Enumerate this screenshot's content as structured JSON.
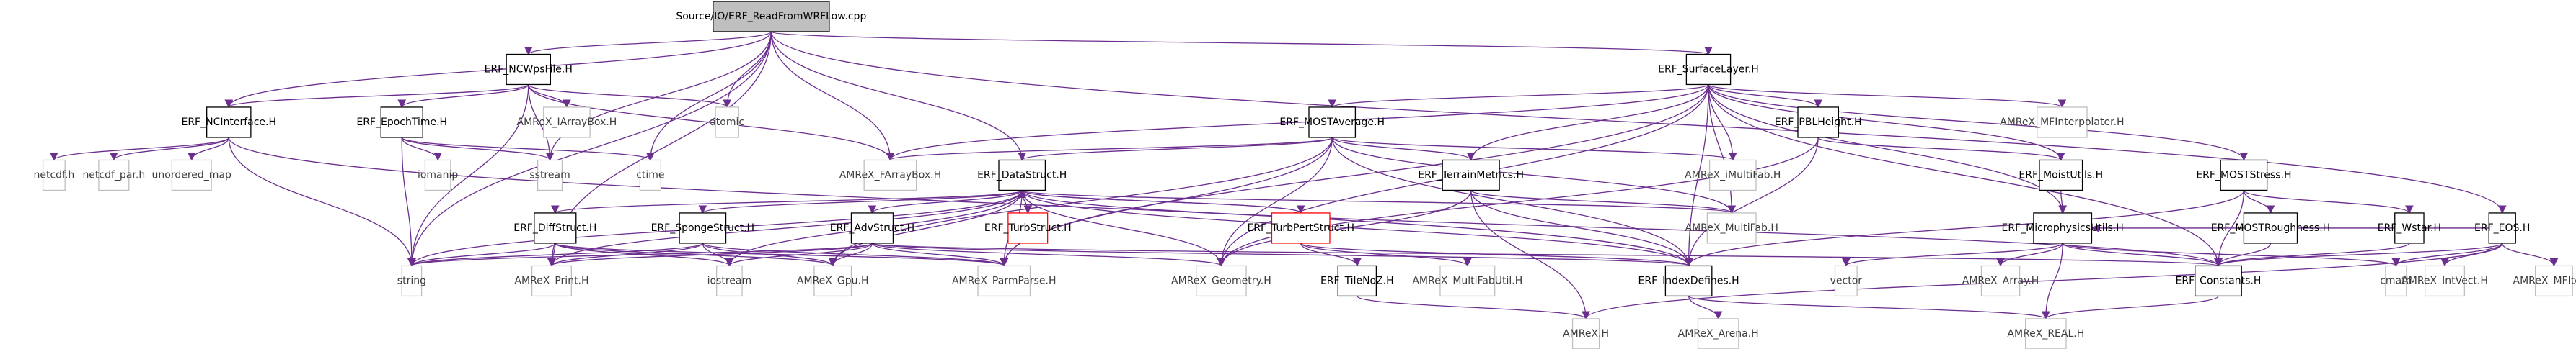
{
  "graph": {
    "nodes": [
      {
        "id": "root",
        "label": "Source/IO/ERF_ReadFromWRFLow.cpp",
        "style": "root"
      },
      {
        "id": "ncwps",
        "label": "ERF_NCWpsFile.H",
        "style": "normal"
      },
      {
        "id": "surf",
        "label": "ERF_SurfaceLayer.H",
        "style": "normal"
      },
      {
        "id": "nci",
        "label": "ERF_NCInterface.H",
        "style": "normal"
      },
      {
        "id": "epoch",
        "label": "ERF_EpochTime.H",
        "style": "normal"
      },
      {
        "id": "iarr",
        "label": "AMReX_IArrayBox.H",
        "style": "gray"
      },
      {
        "id": "atomic",
        "label": "atomic",
        "style": "gray"
      },
      {
        "id": "most",
        "label": "ERF_MOSTAverage.H",
        "style": "normal"
      },
      {
        "id": "pbl",
        "label": "ERF_PBLHeight.H",
        "style": "normal"
      },
      {
        "id": "mfi",
        "label": "AMReX_MFInterpolater.H",
        "style": "gray"
      },
      {
        "id": "netcdf",
        "label": "netcdf.h",
        "style": "gray"
      },
      {
        "id": "netcdfpar",
        "label": "netcdf_par.h",
        "style": "gray"
      },
      {
        "id": "umap",
        "label": "unordered_map",
        "style": "gray"
      },
      {
        "id": "iomanip",
        "label": "iomanip",
        "style": "gray"
      },
      {
        "id": "sstream",
        "label": "sstream",
        "style": "gray"
      },
      {
        "id": "ctime",
        "label": "ctime",
        "style": "gray"
      },
      {
        "id": "farr",
        "label": "AMReX_FArrayBox.H",
        "style": "gray"
      },
      {
        "id": "ds",
        "label": "ERF_DataStruct.H",
        "style": "normal"
      },
      {
        "id": "terrain",
        "label": "ERF_TerrainMetrics.H",
        "style": "normal"
      },
      {
        "id": "imf",
        "label": "AMReX_iMultiFab.H",
        "style": "gray"
      },
      {
        "id": "moist",
        "label": "ERF_MoistUtils.H",
        "style": "normal"
      },
      {
        "id": "moststress",
        "label": "ERF_MOSTStress.H",
        "style": "normal"
      },
      {
        "id": "diff",
        "label": "ERF_DiffStruct.H",
        "style": "normal"
      },
      {
        "id": "sponge",
        "label": "ERF_SpongeStruct.H",
        "style": "normal"
      },
      {
        "id": "adv",
        "label": "ERF_AdvStruct.H",
        "style": "normal"
      },
      {
        "id": "turb",
        "label": "ERF_TurbStruct.H",
        "style": "red"
      },
      {
        "id": "turbpert",
        "label": "ERF_TurbPertStruct.H",
        "style": "red"
      },
      {
        "id": "mf",
        "label": "AMReX_MultiFab.H",
        "style": "gray"
      },
      {
        "id": "micro",
        "label": "ERF_MicrophysicsUtils.H",
        "style": "normal"
      },
      {
        "id": "mostr",
        "label": "ERF_MOSTRoughness.H",
        "style": "normal"
      },
      {
        "id": "wstar",
        "label": "ERF_Wstar.H",
        "style": "normal"
      },
      {
        "id": "eos",
        "label": "ERF_EOS.H",
        "style": "normal"
      },
      {
        "id": "string",
        "label": "string",
        "style": "gray"
      },
      {
        "id": "print",
        "label": "AMReX_Print.H",
        "style": "gray"
      },
      {
        "id": "iostream",
        "label": "iostream",
        "style": "gray"
      },
      {
        "id": "gpu",
        "label": "AMReX_Gpu.H",
        "style": "gray"
      },
      {
        "id": "parm",
        "label": "AMReX_ParmParse.H",
        "style": "gray"
      },
      {
        "id": "geom",
        "label": "AMReX_Geometry.H",
        "style": "gray"
      },
      {
        "id": "tileno",
        "label": "ERF_TileNoZ.H",
        "style": "normal"
      },
      {
        "id": "mfutil",
        "label": "AMReX_MultiFabUtil.H",
        "style": "gray"
      },
      {
        "id": "index",
        "label": "ERF_IndexDefines.H",
        "style": "normal"
      },
      {
        "id": "vector",
        "label": "vector",
        "style": "gray"
      },
      {
        "id": "array",
        "label": "AMReX_Array.H",
        "style": "gray"
      },
      {
        "id": "consts",
        "label": "ERF_Constants.H",
        "style": "normal"
      },
      {
        "id": "cmath",
        "label": "cmath",
        "style": "gray"
      },
      {
        "id": "intvect",
        "label": "AMReX_IntVect.H",
        "style": "gray"
      },
      {
        "id": "mfiter",
        "label": "AMReX_MFIter.H",
        "style": "gray"
      },
      {
        "id": "amrexh",
        "label": "AMReX.H",
        "style": "gray"
      },
      {
        "id": "arena",
        "label": "AMReX_Arena.H",
        "style": "gray"
      },
      {
        "id": "real",
        "label": "AMReX_REAL.H",
        "style": "gray"
      }
    ],
    "edges": [
      [
        "root",
        "ncwps"
      ],
      [
        "root",
        "surf"
      ],
      [
        "root",
        "nci"
      ],
      [
        "root",
        "atomic"
      ],
      [
        "root",
        "sstream"
      ],
      [
        "root",
        "ctime"
      ],
      [
        "root",
        "farr"
      ],
      [
        "root",
        "ds"
      ],
      [
        "root",
        "eos"
      ],
      [
        "root",
        "string"
      ],
      [
        "root",
        "print"
      ],
      [
        "ncwps",
        "nci"
      ],
      [
        "ncwps",
        "epoch"
      ],
      [
        "ncwps",
        "iarr"
      ],
      [
        "ncwps",
        "atomic"
      ],
      [
        "ncwps",
        "sstream"
      ],
      [
        "ncwps",
        "farr"
      ],
      [
        "ncwps",
        "string"
      ],
      [
        "nci",
        "netcdf"
      ],
      [
        "nci",
        "netcdfpar"
      ],
      [
        "nci",
        "umap"
      ],
      [
        "nci",
        "string"
      ],
      [
        "nci",
        "index"
      ],
      [
        "epoch",
        "iomanip"
      ],
      [
        "epoch",
        "sstream"
      ],
      [
        "epoch",
        "ctime"
      ],
      [
        "epoch",
        "string"
      ],
      [
        "surf",
        "most"
      ],
      [
        "surf",
        "pbl"
      ],
      [
        "surf",
        "mfi"
      ],
      [
        "surf",
        "farr"
      ],
      [
        "surf",
        "terrain"
      ],
      [
        "surf",
        "imf"
      ],
      [
        "surf",
        "mf"
      ],
      [
        "surf",
        "moist"
      ],
      [
        "surf",
        "moststress"
      ],
      [
        "surf",
        "micro"
      ],
      [
        "surf",
        "index"
      ],
      [
        "surf",
        "consts"
      ],
      [
        "surf",
        "parm"
      ],
      [
        "surf",
        "geom"
      ],
      [
        "most",
        "farr"
      ],
      [
        "most",
        "ds"
      ],
      [
        "most",
        "terrain"
      ],
      [
        "most",
        "imf"
      ],
      [
        "most",
        "mf"
      ],
      [
        "most",
        "index"
      ],
      [
        "most",
        "parm"
      ],
      [
        "most",
        "gpu"
      ],
      [
        "most",
        "geom"
      ],
      [
        "pbl",
        "moist"
      ],
      [
        "pbl",
        "geom"
      ],
      [
        "pbl",
        "index"
      ],
      [
        "ds",
        "string"
      ],
      [
        "ds",
        "diff"
      ],
      [
        "ds",
        "sponge"
      ],
      [
        "ds",
        "adv"
      ],
      [
        "ds",
        "turb"
      ],
      [
        "ds",
        "turbpert"
      ],
      [
        "ds",
        "print"
      ],
      [
        "ds",
        "iostream"
      ],
      [
        "ds",
        "gpu"
      ],
      [
        "ds",
        "parm"
      ],
      [
        "ds",
        "geom"
      ],
      [
        "ds",
        "consts"
      ],
      [
        "ds",
        "index"
      ],
      [
        "ds",
        "mf"
      ],
      [
        "terrain",
        "mf"
      ],
      [
        "terrain",
        "index"
      ],
      [
        "terrain",
        "geom"
      ],
      [
        "terrain",
        "amrexh"
      ],
      [
        "moist",
        "micro"
      ],
      [
        "moststress",
        "mostr"
      ],
      [
        "moststress",
        "wstar"
      ],
      [
        "moststress",
        "consts"
      ],
      [
        "moststress",
        "index"
      ],
      [
        "diff",
        "string"
      ],
      [
        "diff",
        "print"
      ],
      [
        "diff",
        "iostream"
      ],
      [
        "diff",
        "gpu"
      ],
      [
        "diff",
        "parm"
      ],
      [
        "sponge",
        "string"
      ],
      [
        "sponge",
        "print"
      ],
      [
        "sponge",
        "iostream"
      ],
      [
        "sponge",
        "gpu"
      ],
      [
        "sponge",
        "parm"
      ],
      [
        "adv",
        "string"
      ],
      [
        "adv",
        "print"
      ],
      [
        "adv",
        "iostream"
      ],
      [
        "adv",
        "gpu"
      ],
      [
        "adv",
        "parm"
      ],
      [
        "adv",
        "consts"
      ],
      [
        "adv",
        "index"
      ],
      [
        "adv",
        "geom"
      ],
      [
        "turbpert",
        "ds"
      ],
      [
        "turbpert",
        "tileno"
      ],
      [
        "turbpert",
        "mfutil"
      ],
      [
        "turbpert",
        "index"
      ],
      [
        "tileno",
        "amrexh"
      ],
      [
        "micro",
        "consts"
      ],
      [
        "micro",
        "array"
      ],
      [
        "micro",
        "vector"
      ],
      [
        "micro",
        "cmath"
      ],
      [
        "micro",
        "real"
      ],
      [
        "mostr",
        "consts"
      ],
      [
        "wstar",
        "consts"
      ],
      [
        "eos",
        "consts"
      ],
      [
        "eos",
        "cmath"
      ],
      [
        "eos",
        "intvect"
      ],
      [
        "eos",
        "mfiter"
      ],
      [
        "eos",
        "amrexh"
      ],
      [
        "eos",
        "micro"
      ],
      [
        "index",
        "arena"
      ],
      [
        "index",
        "real"
      ],
      [
        "consts",
        "real"
      ]
    ]
  }
}
